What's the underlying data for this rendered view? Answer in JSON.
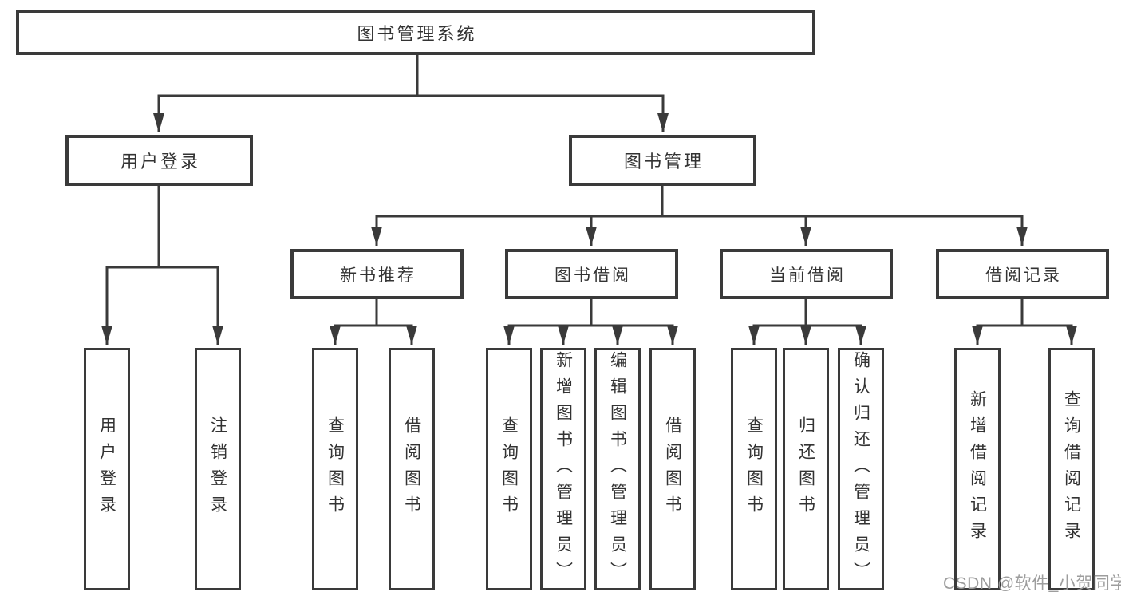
{
  "colors": {
    "background": "#ffffff",
    "line": "#3a3a3a",
    "text": "#333333",
    "watermark": "#989898"
  },
  "tree": {
    "root": "图书管理系统",
    "branches": [
      {
        "label": "用户登录",
        "children": [
          "用户登录",
          "注销登录"
        ]
      },
      {
        "label": "图书管理",
        "sections": [
          {
            "label": "新书推荐",
            "children": [
              "查询图书",
              "借阅图书"
            ]
          },
          {
            "label": "图书借阅",
            "children": [
              "查询图书",
              "新增图书（管理员）",
              "编辑图书（管理员）",
              "借阅图书"
            ]
          },
          {
            "label": "当前借阅",
            "children": [
              "查询图书",
              "归还图书",
              "确认归还（管理员）"
            ]
          },
          {
            "label": "借阅记录",
            "children": [
              "新增借阅记录",
              "查询借阅记录"
            ]
          }
        ]
      }
    ]
  },
  "watermark": "CSDN @软件_小贺同学"
}
